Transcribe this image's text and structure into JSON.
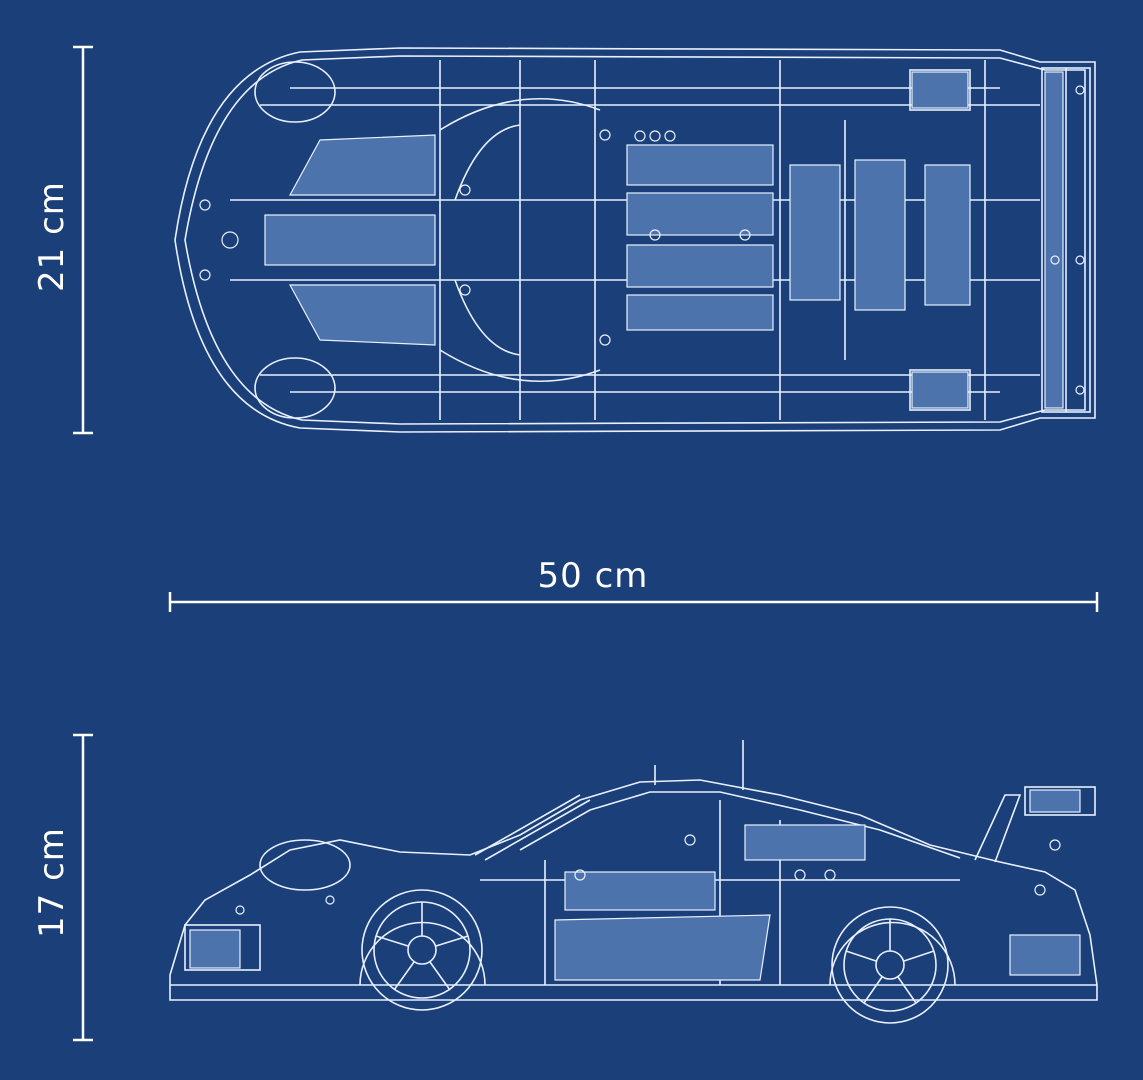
{
  "dimensions": {
    "top_height": "21 cm",
    "length": "50 cm",
    "side_height": "17 cm"
  },
  "colors": {
    "background": "#1b3f78",
    "line": "#e8f0ff",
    "panel_fill": "#4d73ad"
  }
}
